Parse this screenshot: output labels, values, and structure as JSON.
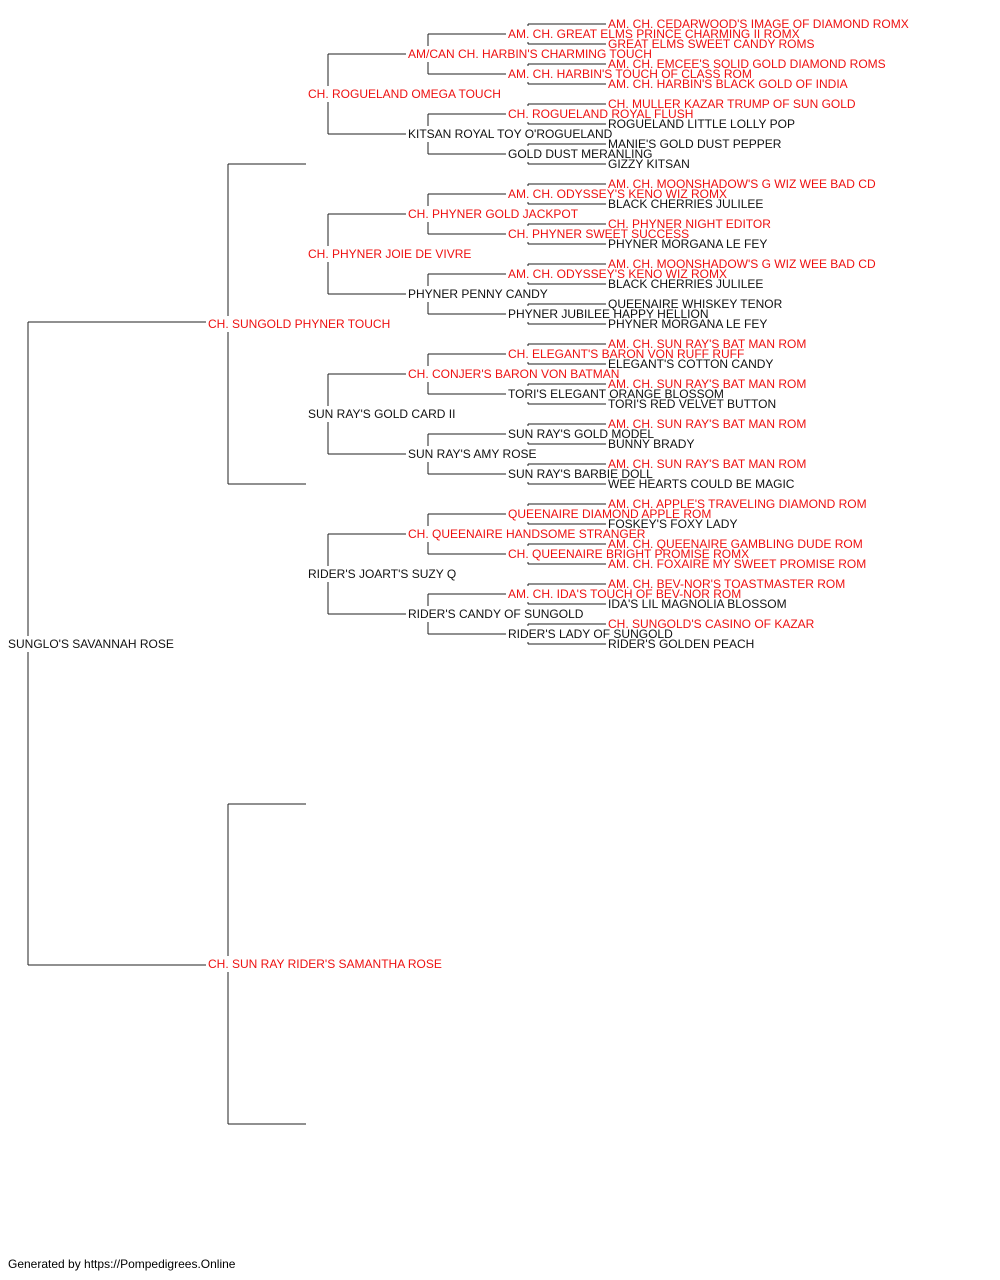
{
  "colors": {
    "champion": "#ee1111",
    "normal": "#111111",
    "line": "#222222"
  },
  "pedigree": {
    "name": "SUNGLO'S SAVANNAH ROSE",
    "champion": false,
    "sire": {
      "name": "CH. SUNGOLD PHYNER TOUCH",
      "champion": true,
      "sire": {
        "name": "CH. ROGUELAND OMEGA TOUCH",
        "champion": true,
        "sire": {
          "name": "AM/CAN CH. HARBIN'S CHARMING TOUCH",
          "champion": true,
          "sire": {
            "name": "AM. CH. GREAT ELMS PRINCE CHARMING II ROMX",
            "champion": true,
            "sire": {
              "name": "AM. CH. CEDARWOOD'S IMAGE OF DIAMOND ROMX",
              "champion": true
            },
            "dam": {
              "name": "GREAT ELMS SWEET CANDY ROMS",
              "champion": true
            }
          },
          "dam": {
            "name": "AM. CH. HARBIN'S TOUCH OF CLASS ROM",
            "champion": true,
            "sire": {
              "name": "AM. CH. EMCEE'S SOLID GOLD DIAMOND ROMS",
              "champion": true
            },
            "dam": {
              "name": "AM. CH. HARBIN'S BLACK GOLD OF INDIA",
              "champion": true
            }
          }
        },
        "dam": {
          "name": "KITSAN ROYAL TOY O'ROGUELAND",
          "champion": false,
          "sire": {
            "name": "CH. ROGUELAND ROYAL FLUSH",
            "champion": true,
            "sire": {
              "name": "CH. MULLER KAZAR TRUMP OF SUN GOLD",
              "champion": true
            },
            "dam": {
              "name": "ROGUELAND LITTLE LOLLY POP",
              "champion": false
            }
          },
          "dam": {
            "name": "GOLD DUST MERANLING",
            "champion": false,
            "sire": {
              "name": "MANIE'S GOLD DUST PEPPER",
              "champion": false
            },
            "dam": {
              "name": "GIZZY KITSAN",
              "champion": false
            }
          }
        }
      },
      "dam": {
        "name": "CH. PHYNER JOIE DE VIVRE",
        "champion": true,
        "sire": {
          "name": "CH. PHYNER GOLD JACKPOT",
          "champion": true,
          "sire": {
            "name": "AM. CH. ODYSSEY'S KENO WIZ ROMX",
            "champion": true,
            "sire": {
              "name": "AM. CH. MOONSHADOW'S G WIZ WEE BAD CD",
              "champion": true
            },
            "dam": {
              "name": "BLACK CHERRIES JULILEE",
              "champion": false
            }
          },
          "dam": {
            "name": "CH. PHYNER SWEET SUCCESS",
            "champion": true,
            "sire": {
              "name": "CH. PHYNER NIGHT EDITOR",
              "champion": true
            },
            "dam": {
              "name": "PHYNER MORGANA LE FEY",
              "champion": false
            }
          }
        },
        "dam": {
          "name": "PHYNER PENNY CANDY",
          "champion": false,
          "sire": {
            "name": "AM. CH. ODYSSEY'S KENO WIZ ROMX",
            "champion": true,
            "sire": {
              "name": "AM. CH. MOONSHADOW'S G WIZ WEE BAD CD",
              "champion": true
            },
            "dam": {
              "name": "BLACK CHERRIES JULILEE",
              "champion": false
            }
          },
          "dam": {
            "name": "PHYNER JUBILEE HAPPY HELLION",
            "champion": false,
            "sire": {
              "name": "QUEENAIRE WHISKEY TENOR",
              "champion": false
            },
            "dam": {
              "name": "PHYNER MORGANA LE FEY",
              "champion": false
            }
          }
        }
      }
    },
    "dam": {
      "name": "CH. SUN RAY RIDER'S SAMANTHA ROSE",
      "champion": true,
      "sire": {
        "name": "SUN RAY'S GOLD CARD II",
        "champion": false,
        "sire": {
          "name": "CH. CONJER'S BARON VON BATMAN",
          "champion": true,
          "sire": {
            "name": "CH. ELEGANT'S BARON VON RUFF RUFF",
            "champion": true,
            "sire": {
              "name": "AM. CH. SUN RAY'S BAT MAN ROM",
              "champion": true
            },
            "dam": {
              "name": "ELEGANT'S COTTON CANDY",
              "champion": false
            }
          },
          "dam": {
            "name": "TORI'S ELEGANT ORANGE BLOSSOM",
            "champion": false,
            "sire": {
              "name": "AM. CH. SUN RAY'S BAT MAN ROM",
              "champion": true
            },
            "dam": {
              "name": "TORI'S RED VELVET BUTTON",
              "champion": false
            }
          }
        },
        "dam": {
          "name": "SUN RAY'S AMY ROSE",
          "champion": false,
          "sire": {
            "name": "SUN RAY'S GOLD MODEL",
            "champion": false,
            "sire": {
              "name": "AM. CH. SUN RAY'S BAT MAN ROM",
              "champion": true
            },
            "dam": {
              "name": "BUNNY BRADY",
              "champion": false
            }
          },
          "dam": {
            "name": "SUN RAY'S BARBIE DOLL",
            "champion": false,
            "sire": {
              "name": "AM. CH. SUN RAY'S BAT MAN ROM",
              "champion": true
            },
            "dam": {
              "name": "WEE HEARTS COULD BE MAGIC",
              "champion": false
            }
          }
        }
      },
      "dam": {
        "name": "RIDER'S JOART'S SUZY Q",
        "champion": false,
        "sire": {
          "name": "CH. QUEENAIRE HANDSOME STRANGER",
          "champion": true,
          "sire": {
            "name": "QUEENAIRE DIAMOND APPLE ROM",
            "champion": true,
            "sire": {
              "name": "AM. CH. APPLE'S TRAVELING DIAMOND ROM",
              "champion": true
            },
            "dam": {
              "name": "FOSKEY'S FOXY LADY",
              "champion": false
            }
          },
          "dam": {
            "name": "CH. QUEENAIRE BRIGHT PROMISE ROMX",
            "champion": true,
            "sire": {
              "name": "AM. CH. QUEENAIRE GAMBLING DUDE ROM",
              "champion": true
            },
            "dam": {
              "name": "AM. CH. FOXAIRE MY SWEET PROMISE ROM",
              "champion": true
            }
          }
        },
        "dam": {
          "name": "RIDER'S CANDY OF SUNGOLD",
          "champion": false,
          "sire": {
            "name": "AM. CH. IDA'S TOUCH OF BEV-NOR ROM",
            "champion": true,
            "sire": {
              "name": "AM. CH. BEV-NOR'S TOASTMASTER ROM",
              "champion": true
            },
            "dam": {
              "name": "IDA'S LIL MAGNOLIA BLOSSOM",
              "champion": false
            }
          },
          "dam": {
            "name": "RIDER'S LADY OF SUNGOLD",
            "champion": false,
            "sire": {
              "name": "CH. SUNGOLD'S CASINO OF KAZAR",
              "champion": true
            },
            "dam": {
              "name": "RIDER'S GOLDEN PEACH",
              "champion": false
            }
          }
        }
      }
    }
  },
  "footer": {
    "text": "Generated by https://Pompedigrees.Online"
  }
}
